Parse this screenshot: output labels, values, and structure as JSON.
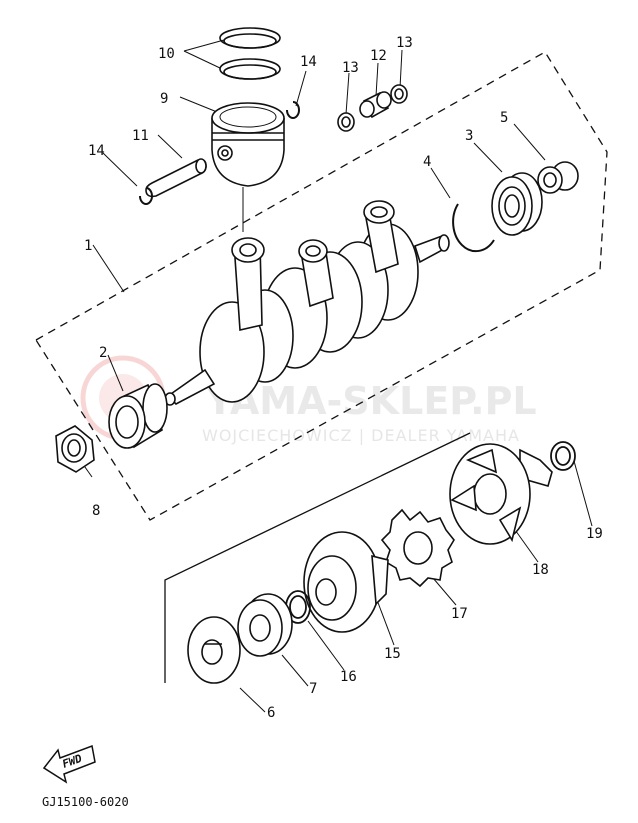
{
  "diagram": {
    "parts": [
      {
        "label": "1"
      },
      {
        "label": "2"
      },
      {
        "label": "3"
      },
      {
        "label": "4"
      },
      {
        "label": "5"
      },
      {
        "label": "6"
      },
      {
        "label": "7"
      },
      {
        "label": "8"
      },
      {
        "label": "9"
      },
      {
        "label": "10"
      },
      {
        "label": "11"
      },
      {
        "label": "12"
      },
      {
        "label": "13"
      },
      {
        "label": "13"
      },
      {
        "label": "14"
      },
      {
        "label": "14"
      },
      {
        "label": "15"
      },
      {
        "label": "16"
      },
      {
        "label": "17"
      },
      {
        "label": "18"
      },
      {
        "label": "19"
      }
    ],
    "fwd_label": "FWD",
    "drawing_code": "GJ15100-6020"
  },
  "watermark": {
    "brand": "YAMA-SKLEP.PL",
    "subtitle": "WOJCIECHOWICZ | DEALER YAMAHA"
  },
  "colors": {
    "line": "#111111",
    "watermark_text": "#e9e9e9",
    "watermark_logo": "#f6caca"
  }
}
